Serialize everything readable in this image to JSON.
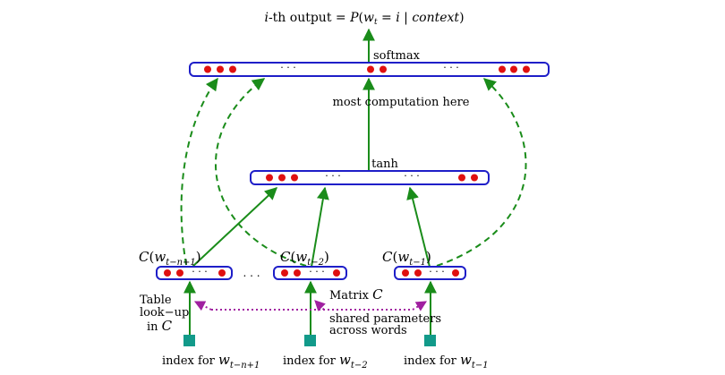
{
  "title": {
    "prefix": "i",
    "mid": "-th output = ",
    "p": "P",
    "open": "(",
    "w": "w",
    "w_sub": "t",
    "eq": " = ",
    "i": "i",
    "bar": " | ",
    "context": "context",
    "close": ")"
  },
  "layers": {
    "softmax": "softmax",
    "tanh": "tanh",
    "ellipsis": "· · ·"
  },
  "annotations": {
    "most_computation": "most  computation here",
    "matrix": "Matrix",
    "matrix_symbol": "C",
    "shared_line1": "shared parameters",
    "shared_line2": "across words",
    "table_line1": "Table",
    "table_line2": "look−up",
    "table_line3": "in",
    "table_symbol": "C",
    "between_ellipsis": ". . ."
  },
  "embeddings": [
    {
      "fn": "C",
      "open": "(",
      "w": "w",
      "sub": "t−n+1",
      "close": ")"
    },
    {
      "fn": "C",
      "open": "(",
      "w": "w",
      "sub": "t−2",
      "close": ")"
    },
    {
      "fn": "C",
      "open": "(",
      "w": "w",
      "sub": "t−1",
      "close": ")"
    }
  ],
  "inputs": [
    {
      "prefix": "index for ",
      "w": "w",
      "sub": "t−n+1"
    },
    {
      "prefix": "index for ",
      "w": "w",
      "sub": "t−2"
    },
    {
      "prefix": "index for ",
      "w": "w",
      "sub": "t−1"
    }
  ],
  "colors": {
    "box_stroke": "#1e1ec8",
    "unit_fill": "#e01010",
    "arrow": "#1a8c1a",
    "shared_link": "#a020a0",
    "input_square": "#129a8a"
  }
}
